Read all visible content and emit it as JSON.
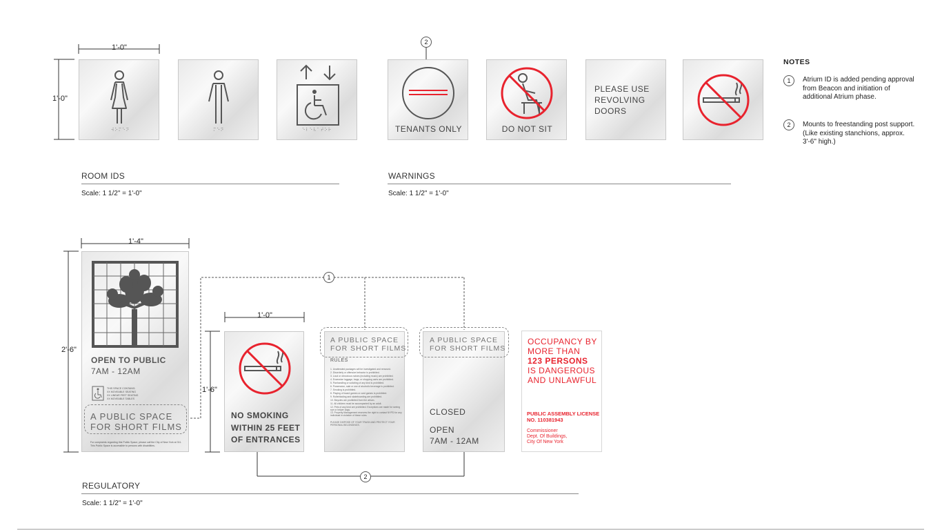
{
  "room_ids": {
    "section_title": "ROOM IDS",
    "scale": "Scale: 1 1/2\" = 1'-0\"",
    "dim_width": "1'-0\"",
    "dim_height": "1'-0\"",
    "signs": [
      {
        "icon": "woman-restroom-icon",
        "braille": "⠺⠕⠍⠑⠝"
      },
      {
        "icon": "man-restroom-icon",
        "braille": "⠍⠑⠝"
      },
      {
        "icon": "accessible-elevator-icon",
        "braille": "⠑⠇⠑⠧⠁⠞⠕⠗"
      }
    ]
  },
  "warnings": {
    "section_title": "WARNINGS",
    "scale": "Scale: 1 1/2\" = 1'-0\"",
    "callout": "2",
    "tenants_only": "TENANTS ONLY",
    "do_not_sit": "DO NOT SIT",
    "revolving": [
      "PLEASE USE",
      "REVOLVING",
      "DOORS"
    ],
    "no_smoking_icon": "no-smoking-icon"
  },
  "notes": {
    "title": "NOTES",
    "items": [
      {
        "num": "1",
        "text": "Atrium ID is added pending approval from Beacon and initiation of additional Atrium phase."
      },
      {
        "num": "2",
        "text": "Mounts to freestanding post support. (Like existing stanchions, approx. 3'-6\" high.)"
      }
    ]
  },
  "regulatory": {
    "section_title": "REGULATORY",
    "scale": "Scale: 1 1/2\" = 1'-0\"",
    "dim_big_width": "1'-4\"",
    "dim_big_height": "2'-6\"",
    "dim_small_width": "1'-0\"",
    "dim_small_height": "1'-6\"",
    "callout_1": "1",
    "callout_2": "2",
    "main_sign": {
      "open_title": "OPEN TO PUBLIC",
      "hours": "7AM - 12AM",
      "amenities": [
        "THIS SPACE CONTAINS:",
        "XX MOVEABLE SEATING",
        "XX LINEAR FEET SEATING",
        "XX MOVEABLE TABLES"
      ],
      "ps_line1": "A PUBLIC SPACE",
      "ps_line2": "FOR SHORT FILMS",
      "fine_print": "For complaints regarding this Public Space, please call the City of New York at 311. This Public Space is accessible to persons with disabilities."
    },
    "no_smoking_sign": [
      "NO SMOKING",
      "WITHIN 25 FEET",
      "OF ENTRANCES"
    ],
    "rules_sign": {
      "ps_line1": "A PUBLIC SPACE",
      "ps_line2": "FOR SHORT FILMS",
      "rules_title": "RULES",
      "rules": [
        "1.  Unattended packages will be investigated and removed.",
        "2.  Disorderly or offensive behavior is prohibited.",
        "3.  Loud or obnoxious noises (including music) are prohibited.",
        "4.  Excessive luggage, bags, or shopping carts are prohibited.",
        "5.  Panhandling or soliciting of any kind is prohibited.",
        "6.  Possession, sale or use of alcoholic beverage is prohibited.",
        "7.  Smoking is prohibited.",
        "8.  Playing of board games or card games is prohibited.",
        "9.  Rollerblading and skateboarding are prohibited.",
        "10. Bicycles are prohibited from the atrium.",
        "11. All children must be accompanied by an adult.",
        "12. Pets of any kind are prohibited. Exceptions are made for seeing eye or helper dogs.",
        "13. Property Management reserves the right to contact NYPD for any individual in violation of these rules."
      ],
      "footer": "PLEASE DISPOSE OF YOUR TRASH AND PROTECT YOUR PERSONAL BELONGINGS."
    },
    "hours_sign": {
      "ps_line1": "A PUBLIC SPACE",
      "ps_line2": "FOR SHORT FILMS",
      "closed": "CLOSED",
      "open": "OPEN",
      "hours": "7AM - 12AM"
    },
    "occupancy_sign": {
      "line1": "OCCUPANCY BY",
      "line2": "MORE THAN",
      "line3": "123 PERSONS",
      "line4": "IS DANGEROUS",
      "line5": "AND UNLAWFUL",
      "license1": "PUBLIC ASSEMBLY LICENSE",
      "license2": "NO. 110381943",
      "sig1": "Commissioner",
      "sig2": "Dept. Of Buildings,",
      "sig3": "City Of New York"
    }
  },
  "colors": {
    "red": "#e8232e",
    "icon_gray": "#555555"
  }
}
